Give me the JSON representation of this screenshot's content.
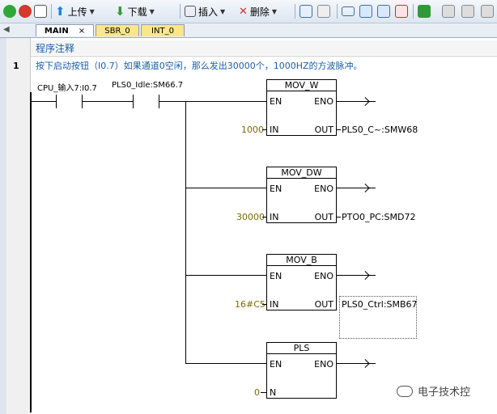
{
  "toolbar": {
    "upload_label": "上传",
    "download_label": "下载",
    "insert_label": "插入",
    "delete_label": "删除"
  },
  "tabs": [
    {
      "label": "MAIN",
      "close": "×"
    },
    {
      "label": "SBR_0"
    },
    {
      "label": "INT_0"
    }
  ],
  "program_comment": "程序注释",
  "network": {
    "number": "1",
    "comment": "按下启动按钮（I0.7）如果通道0空闲，那么发出30000个，1000HZ的方波脉冲。",
    "contact1_label": "CPU_输入7:I0.7",
    "contact2_label": "PLS0_Idle:SM66.7"
  },
  "blocks": [
    {
      "title": "MOV_W",
      "en": "EN",
      "eno": "ENO",
      "in": "IN",
      "out": "OUT",
      "in_value": "1000",
      "out_value": "PLS0_C~:SMW68"
    },
    {
      "title": "MOV_DW",
      "en": "EN",
      "eno": "ENO",
      "in": "IN",
      "out": "OUT",
      "in_value": "30000",
      "out_value": "PTO0_PC:SMD72"
    },
    {
      "title": "MOV_B",
      "en": "EN",
      "eno": "ENO",
      "in": "IN",
      "out": "OUT",
      "in_value": "16#C5",
      "out_value": "PLS0_Ctrl:SMB67"
    },
    {
      "title": "PLS",
      "en": "EN",
      "eno": "ENO",
      "n": "N",
      "n_value": "0"
    }
  ],
  "watermark": "电子技术控"
}
